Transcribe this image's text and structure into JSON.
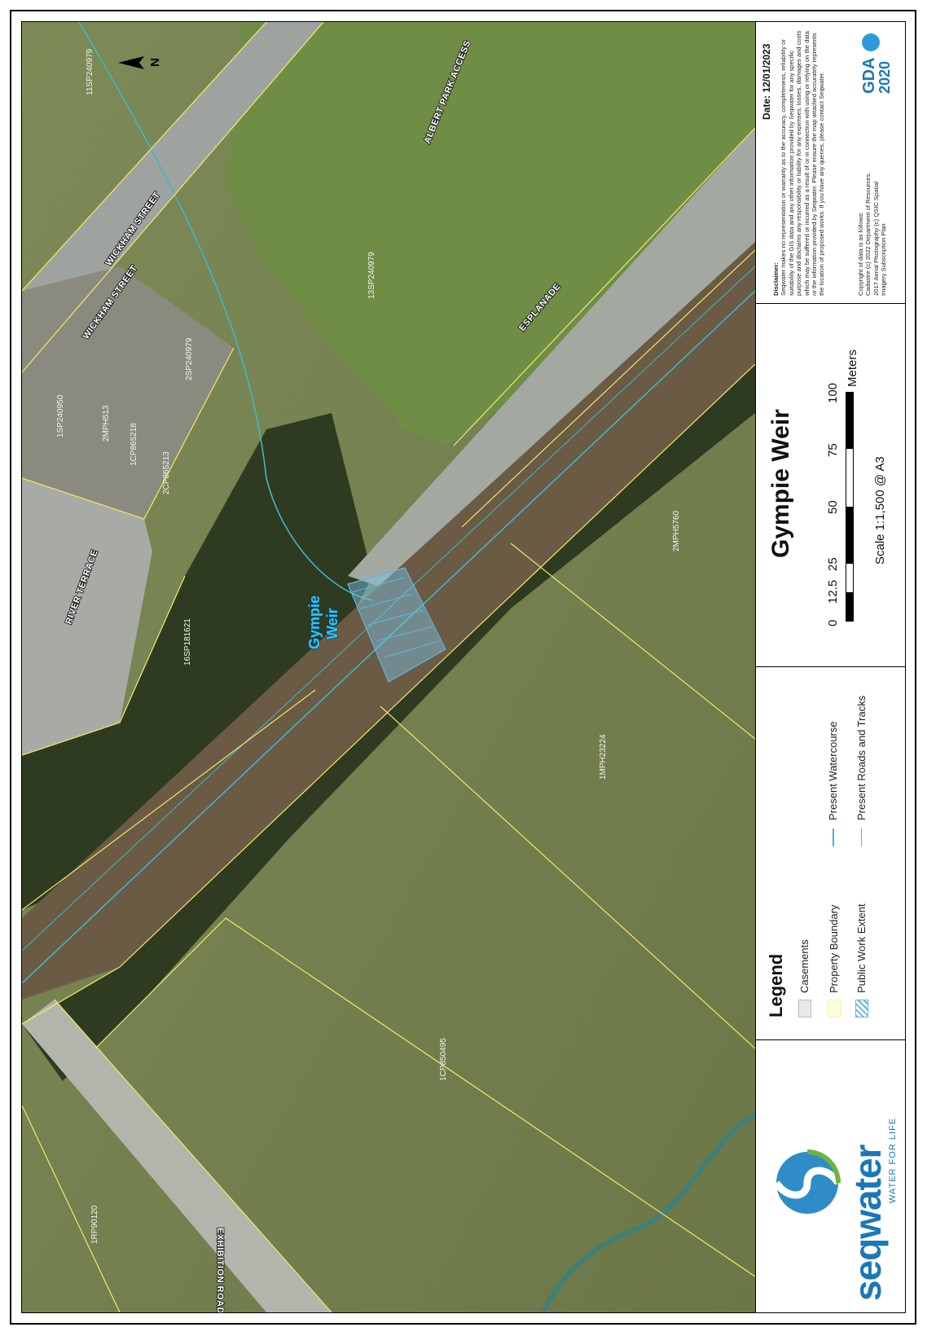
{
  "map": {
    "weir_label_line1": "Gympie",
    "weir_label_line2": "Weir",
    "north_label": "N",
    "road_labels": {
      "wickham_1": "WICKHAM STREET",
      "wickham_2": "WICKHAM STREET",
      "albert_park": "ALBERT PARK ACCESS",
      "esplanade": "ESPLANADE",
      "river_terrace": "RIVER TERRACE",
      "exhibition": "EXHIBITION ROAD"
    },
    "parcels": {
      "p1": "11SP240979",
      "p2": "13SP240979",
      "p3": "2SP240979",
      "p4": "1SP240950",
      "p5": "2MPH513",
      "p6": "1CP865218",
      "p7": "2CP865213",
      "p8": "16SP181621",
      "p9": "2MPH5760",
      "p10": "1MPH23224",
      "p11": "1CP850495",
      "p12": "1RP90120"
    }
  },
  "logo": {
    "brand": "seqwater",
    "tagline": "WATER FOR LIFE"
  },
  "legend": {
    "title": "Legend",
    "items": [
      {
        "label": "Casements",
        "color": "#e8e8ee"
      },
      {
        "label": "Property Boundary",
        "color": "#f5f5a0"
      },
      {
        "label": "Public Work Extent",
        "color": "#63b3e0"
      },
      {
        "label": "Present Watercourse",
        "color": "#3fb7c4"
      },
      {
        "label": "Present Roads and Tracks",
        "color": "#9a9a9a"
      }
    ]
  },
  "title_block": {
    "title": "Gympie Weir",
    "scale_ticks": [
      "0",
      "12.5",
      "25",
      "50",
      "75",
      "100"
    ],
    "scale_unit": "Meters",
    "scale_text": "Scale  1:1,500   @ A3"
  },
  "info": {
    "date": "Date: 12/01/2023",
    "disclaimer_title": "Disclaimer:",
    "disclaimer_text": "Seqwater makes no representation or warranty as to the accuracy, completeness, reliability or suitability of the GIS data and any other information provided by Seqwater for any specific purpose and disclaims any responsibility or liability for any expenses, losses, damages and costs which may be suffered or incurred as a result of or in connection with using or relying on the data or the information provided by Seqwater. Please ensure the map attached accurately represents the location of proposed works. If you have any queries, please contact Seqwater.",
    "copyright_title": "Copyright of data is as follows:",
    "copyright_lines": [
      "Cadastre (c) 2022 Department of Resources.",
      "2017 Aerial Photography (c) QSIC Spatial",
      "Imagery Subscription Plan"
    ],
    "gda": "GDA",
    "gda_year": "2020"
  }
}
